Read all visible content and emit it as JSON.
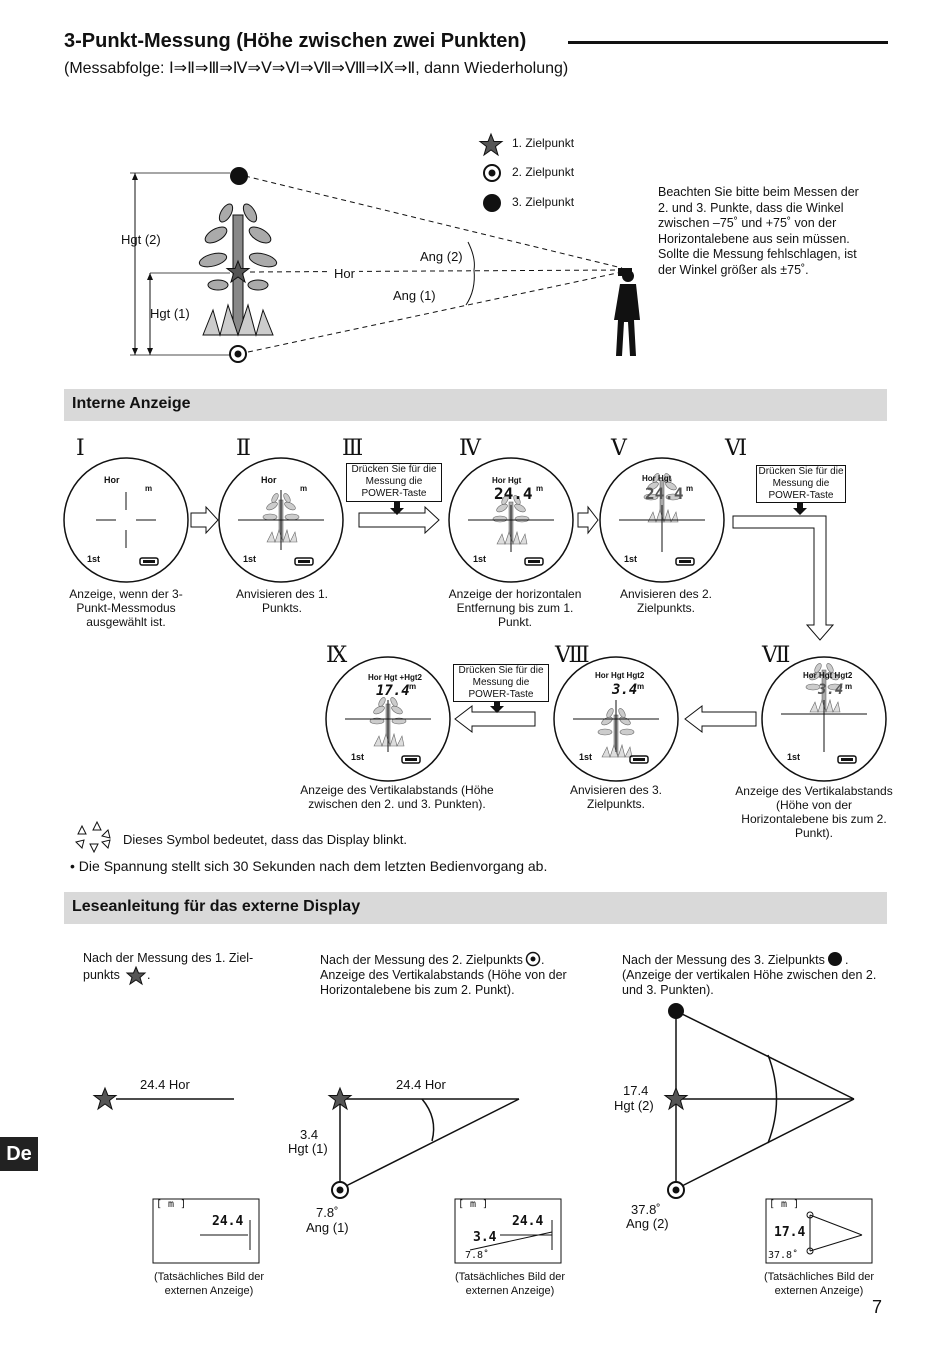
{
  "header": {
    "title": "3-Punkt-Messung (Höhe zwischen zwei Punkten)",
    "sequence": "(Messabfolge: Ⅰ⇒Ⅱ⇒Ⅲ⇒Ⅳ⇒Ⅴ⇒Ⅵ⇒Ⅶ⇒Ⅷ⇒Ⅸ⇒Ⅱ, dann Wiederholung)"
  },
  "diagram": {
    "legend": [
      "1. Zielpunkt",
      "2. Zielpunkt",
      "3. Zielpunkt"
    ],
    "labels": {
      "hgt2": "Hgt (2)",
      "hgt1": "Hgt (1)",
      "hor": "Hor",
      "ang2": "Ang (2)",
      "ang1": "Ang (1)"
    },
    "note": "Beachten Sie bitte beim Messen der 2. und 3. Punkte, dass die Winkel zwischen –75˚ und +75˚ von der Horizontalebene aus sein müssen. Sollte die Messung fehlschlagen, ist der Winkel größer als ±75˚."
  },
  "internal": {
    "heading": "Interne Anzeige",
    "steps": [
      {
        "roman": "Ⅰ",
        "caption": "Anzeige, wenn der 3-Punkt-Messmodus ausgewählt ist.",
        "top": "Hor",
        "value": "",
        "unit": "m"
      },
      {
        "roman": "Ⅱ",
        "caption": "Anvisieren des 1. Punkts.",
        "top": "Hor",
        "value": "",
        "unit": "m"
      },
      {
        "roman": "Ⅲ",
        "caption": "",
        "top": "",
        "value": "",
        "unit": ""
      },
      {
        "roman": "Ⅳ",
        "caption": "Anzeige der horizontalen Entfernung bis zum 1. Punkt.",
        "top": "Hor Hgt",
        "value": "24.4",
        "unit": "m"
      },
      {
        "roman": "Ⅴ",
        "caption": "Anvisieren des 2. Zielpunkts.",
        "top": "Hor Hgt",
        "value": "24.4",
        "unit": "m"
      },
      {
        "roman": "Ⅵ",
        "caption": "",
        "top": "",
        "value": "",
        "unit": ""
      },
      {
        "roman": "Ⅶ",
        "caption": "Anzeige des Vertikalabstands (Höhe von der Horizontalebene bis zum 2. Punkt).",
        "top": "Hor Hgt Hgt2",
        "value": "3.4",
        "unit": "m"
      },
      {
        "roman": "Ⅷ",
        "caption": "Anvisieren des 3. Zielpunkts.",
        "top": "Hor Hgt Hgt2",
        "value": "3.4",
        "unit": "m"
      },
      {
        "roman": "Ⅸ",
        "caption": "Anzeige des Vertikalabstands (Höhe zwischen den 2. und 3. Punkten).",
        "top": "Hor Hgt +Hgt2",
        "value": "17.4",
        "unit": "m"
      }
    ],
    "first_indicator": "1st",
    "power_box": "Drücken Sie für die Messung die POWER-Taste",
    "blink_note": "Dieses Symbol bedeutet, dass das Display blinkt.",
    "power_off_note": "• Die Spannung stellt sich 30 Sekunden nach dem letzten Bedienvorgang ab."
  },
  "external": {
    "heading": "Leseanleitung für das externe Display",
    "columns": [
      {
        "text1": "Nach der Messung des 1. Ziel-",
        "text2": "punkts",
        "text3": "",
        "text4": "",
        "hor": "24.4  Hor",
        "screen_main": "24.4",
        "screen_small": "",
        "screen_ang": "",
        "image_caption": "(Tatsächliches Bild der externen Anzeige)"
      },
      {
        "text1": "Nach der Messung des 2. Zielpunkts",
        "text2": "Anzeige des Vertikalabstands (Höhe von der",
        "text3": "Horizontalebene bis zum 2. Punkt).",
        "text4": "",
        "hor": "24.4  Hor",
        "hgt_val": "3.4",
        "hgt_lbl": "Hgt (1)",
        "ang_val": "7.8˚",
        "ang_lbl": "Ang (1)",
        "screen_main": "24.4",
        "screen_small": "3.4",
        "screen_ang": "7.8˚",
        "image_caption": "(Tatsächliches Bild der externen Anzeige)"
      },
      {
        "text1": "Nach der Messung des 3. Zielpunkts",
        "text2": "(Anzeige der vertikalen Höhe zwischen den 2.",
        "text3": "und 3. Punkten).",
        "text4": "",
        "hgt_val": "17.4",
        "hgt_lbl": "Hgt (2)",
        "ang_val": "37.8˚",
        "ang_lbl": "Ang (2)",
        "screen_main": "17.4",
        "screen_small": "",
        "screen_ang": "37.8˚",
        "image_caption": "(Tatsächliches Bild der externen Anzeige)"
      }
    ],
    "screen_unit": "[ m ]"
  },
  "footer": {
    "lang_tab": "De",
    "page_number": "7"
  }
}
